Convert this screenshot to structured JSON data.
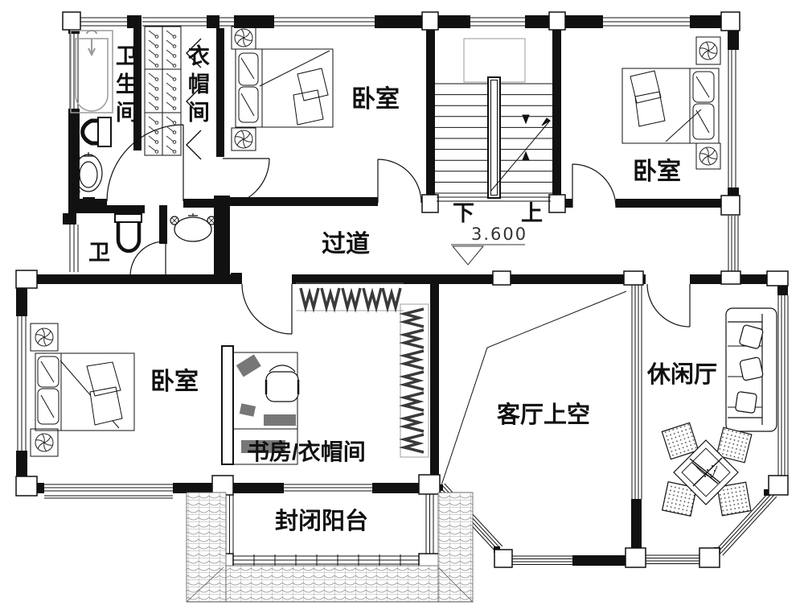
{
  "plan": {
    "labels": {
      "bathroom": "卫生间",
      "cloakroom": "衣帽间",
      "bedroom_top": "卧室",
      "bedroom_right": "卧室",
      "down": "下",
      "up": "上",
      "level": "3.600",
      "corridor": "过道",
      "toilet": "卫",
      "bedroom_left": "卧室",
      "study": "书房/衣帽间",
      "living_void": "客厅上空",
      "leisure": "休闲厅",
      "balcony": "封闭阳台"
    },
    "colors": {
      "line": "#111111",
      "fixture_gray": "#9a9a9a",
      "hatch_dark": "#3a3a3a",
      "background": "#ffffff"
    }
  }
}
